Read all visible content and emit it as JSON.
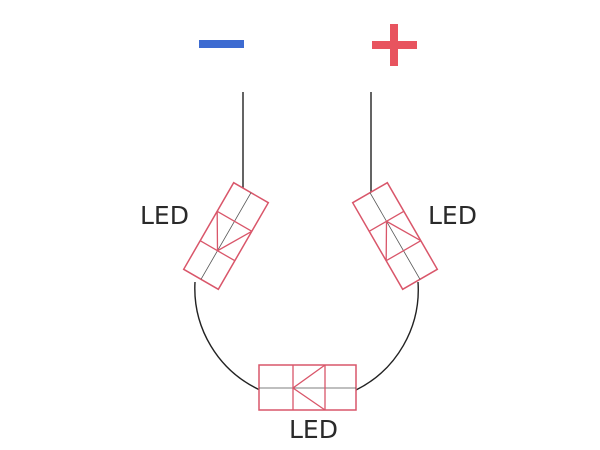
{
  "terminals": {
    "negative": {
      "label": "−",
      "color": "#3d6bd1"
    },
    "positive": {
      "label": "+",
      "color": "#e8545f"
    }
  },
  "leds": [
    {
      "id": "left",
      "label": "LED"
    },
    {
      "id": "right",
      "label": "LED"
    },
    {
      "id": "bottom",
      "label": "LED"
    }
  ],
  "colors": {
    "led_outline": "#d9566a",
    "wire": "#222222",
    "label": "#2a2a2a"
  }
}
